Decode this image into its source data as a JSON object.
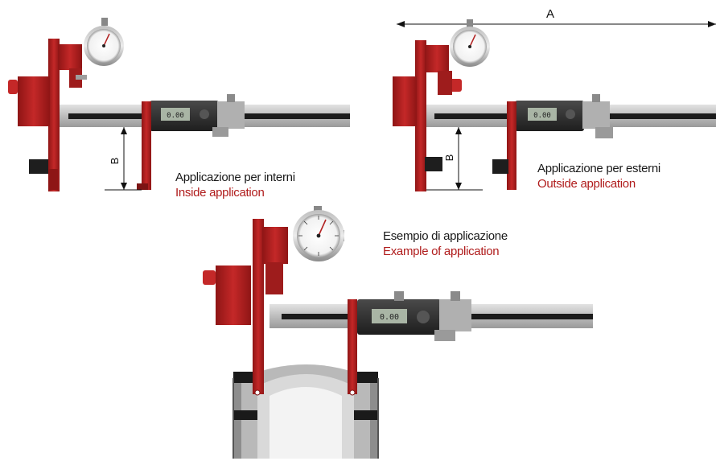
{
  "dimensions": {
    "a_label": "A",
    "b_label": "B"
  },
  "captions": {
    "inside": {
      "it": "Applicazione per interni",
      "en": "Inside application"
    },
    "outside": {
      "it": "Applicazione per esterni",
      "en": "Outside application"
    },
    "example": {
      "it": "Esempio di applicazione",
      "en": "Example of application"
    }
  },
  "display_readouts": {
    "inside": "0.00",
    "outside": "0.00",
    "example": "0.00"
  },
  "colors": {
    "red_part": "#b22222",
    "dark_red": "#7c1414",
    "beam": "#c4c4c4",
    "display_body": "#2a2a2a",
    "caption_en": "#b01c1c"
  }
}
